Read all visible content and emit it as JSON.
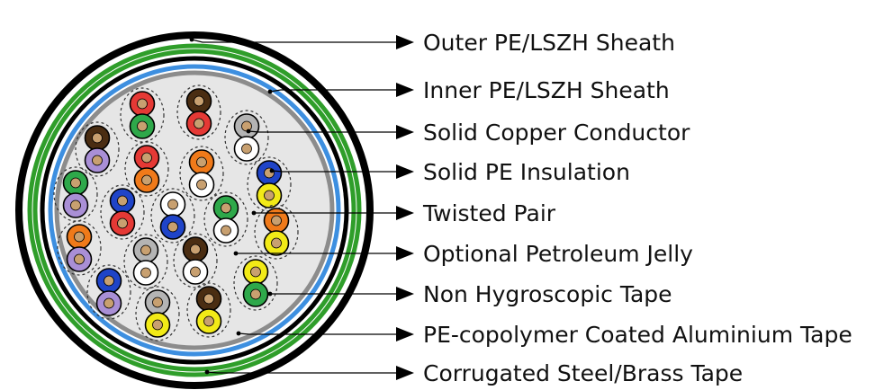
{
  "labels": [
    "Outer PE/LSZH Sheath",
    "Inner PE/LSZH Sheath",
    "Solid Copper Conductor",
    "Solid PE Insulation",
    "Twisted Pair",
    "Optional Petroleum Jelly",
    "Non Hygroscopic Tape",
    "PE-copolymer Coated Aluminium Tape",
    "Corrugated Steel/Brass Tape"
  ],
  "colors": {
    "outer_sheath": "#000000",
    "steel_tape": "#2f9e2a",
    "aluminium_tape": "#3d8fe0",
    "hygroscopic_tape": "#8c8c8c",
    "core_fill": "#e6e6e6",
    "copper": "#c8a070",
    "red": "#e53935",
    "green": "#2ea84a",
    "brown": "#4a2d12",
    "violet": "#a98fd6",
    "orange": "#f07a1a",
    "blue": "#1f44c8",
    "grey": "#b4b4b4",
    "white": "#ffffff",
    "yellow": "#f2ea17"
  },
  "pairs": [
    [
      "red",
      "green"
    ],
    [
      "brown",
      "red"
    ],
    [
      "brown",
      "violet"
    ],
    [
      "grey",
      "white"
    ],
    [
      "red",
      "orange"
    ],
    [
      "orange",
      "white"
    ],
    [
      "blue",
      "yellow"
    ],
    [
      "green",
      "violet"
    ],
    [
      "blue",
      "red"
    ],
    [
      "white",
      "blue"
    ],
    [
      "green",
      "white"
    ],
    [
      "orange",
      "yellow"
    ],
    [
      "orange",
      "violet"
    ],
    [
      "grey",
      "white"
    ],
    [
      "brown",
      "white"
    ],
    [
      "yellow",
      "green"
    ],
    [
      "blue",
      "violet"
    ],
    [
      "grey",
      "yellow"
    ],
    [
      "brown",
      "yellow"
    ]
  ]
}
